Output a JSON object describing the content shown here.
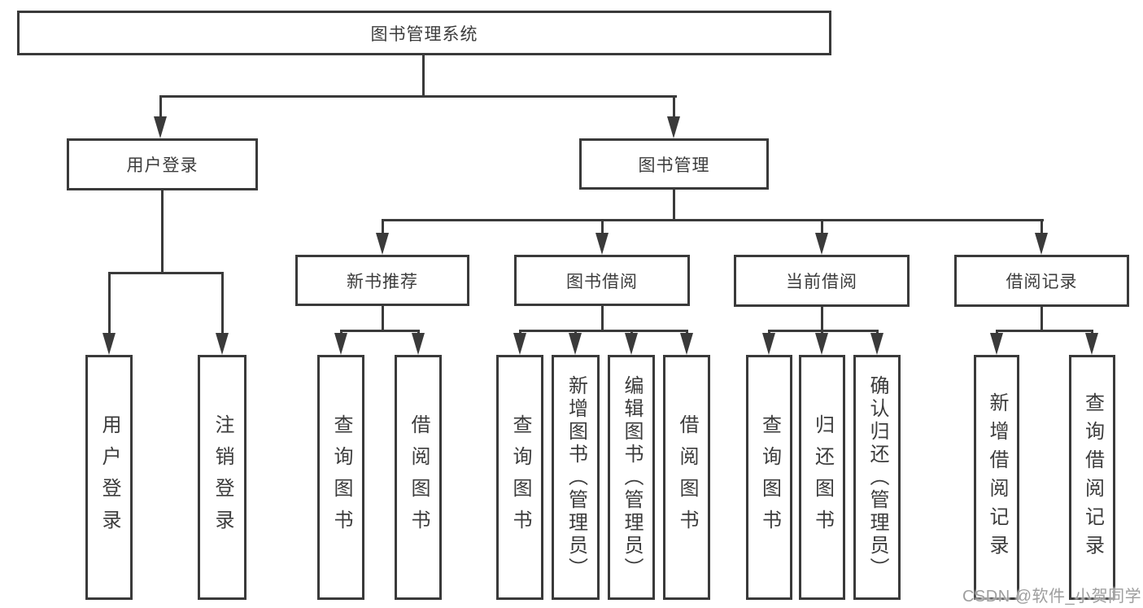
{
  "tree": {
    "label": "图书管理系统",
    "children": [
      {
        "label": "用户登录",
        "children": [
          {
            "label": "用户登录"
          },
          {
            "label": "注销登录"
          }
        ]
      },
      {
        "label": "图书管理",
        "children": [
          {
            "label": "新书推荐",
            "children": [
              {
                "label": "查询图书"
              },
              {
                "label": "借阅图书"
              }
            ]
          },
          {
            "label": "图书借阅",
            "children": [
              {
                "label": "查询图书"
              },
              {
                "label": "新增图书（管理员）"
              },
              {
                "label": "编辑图书（管理员）"
              },
              {
                "label": "借阅图书"
              }
            ]
          },
          {
            "label": "当前借阅",
            "children": [
              {
                "label": "查询图书"
              },
              {
                "label": "归还图书"
              },
              {
                "label": "确认归还（管理员）"
              }
            ]
          },
          {
            "label": "借阅记录",
            "children": [
              {
                "label": "新增借阅记录"
              },
              {
                "label": "查询借阅记录"
              }
            ]
          }
        ]
      }
    ]
  },
  "watermark": {
    "text": "CSDN @软件_小贺同学"
  },
  "colors": {
    "line": "#3a3a3a",
    "text": "#3c3c3c",
    "background": "#ffffff",
    "watermark": "#9e9e9e"
  }
}
